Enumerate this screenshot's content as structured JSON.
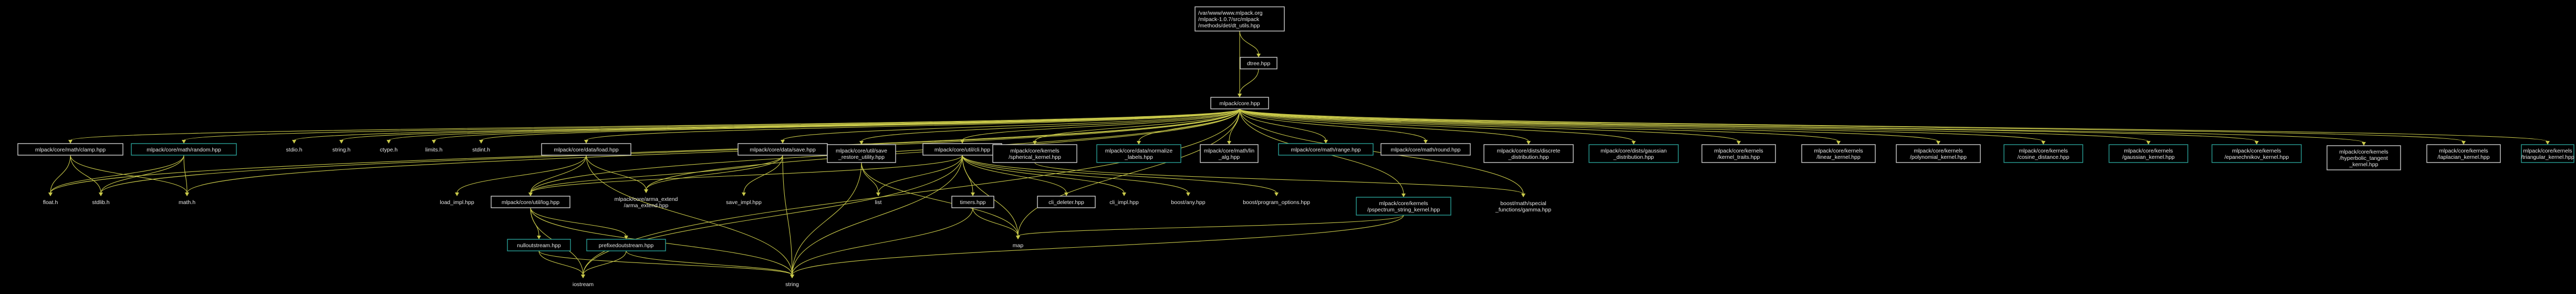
{
  "diagram": {
    "colors": {
      "background": "#000000",
      "edge": "#c9c94a",
      "root_fill": "#bfbfbf",
      "root_text": "#000000",
      "node_border": "#d0d0d0",
      "linked_border": "#2aa198",
      "text": "#e8e8e8"
    },
    "nodes": [
      {
        "id": "root",
        "lines": [
          "/var/www/www.mlpack.org",
          "/mlpack-1.0.7/src/mlpack",
          "/methods/det/dt_utils.hpp"
        ],
        "style": "root"
      },
      {
        "id": "dtree",
        "lines": [
          "dtree.hpp"
        ],
        "style": "plain"
      },
      {
        "id": "core",
        "lines": [
          "mlpack/core.hpp"
        ],
        "style": "plain"
      },
      {
        "id": "clamp",
        "lines": [
          "mlpack/core/math/clamp.hpp"
        ],
        "style": "plain"
      },
      {
        "id": "random",
        "lines": [
          "mlpack/core/math/random.hpp"
        ],
        "style": "linked"
      },
      {
        "id": "stdioh",
        "lines": [
          "stdio.h"
        ],
        "style": "none"
      },
      {
        "id": "stringh",
        "lines": [
          "string.h"
        ],
        "style": "none"
      },
      {
        "id": "ctypeh",
        "lines": [
          "ctype.h"
        ],
        "style": "none"
      },
      {
        "id": "limitsh",
        "lines": [
          "limits.h"
        ],
        "style": "none"
      },
      {
        "id": "stdinth",
        "lines": [
          "stdint.h"
        ],
        "style": "none"
      },
      {
        "id": "load",
        "lines": [
          "mlpack/core/data/load.hpp"
        ],
        "style": "plain"
      },
      {
        "id": "save",
        "lines": [
          "mlpack/core/data/save.hpp"
        ],
        "style": "plain"
      },
      {
        "id": "saverestore",
        "lines": [
          "mlpack/core/util/save",
          "_restore_utility.hpp"
        ],
        "style": "plain"
      },
      {
        "id": "cli",
        "lines": [
          "mlpack/core/util/cli.hpp"
        ],
        "style": "plain"
      },
      {
        "id": "spherical",
        "lines": [
          "mlpack/core/kernels",
          "/spherical_kernel.hpp"
        ],
        "style": "plain"
      },
      {
        "id": "normalize",
        "lines": [
          "mlpack/core/data/normalize",
          "_labels.hpp"
        ],
        "style": "linked"
      },
      {
        "id": "lin_alg",
        "lines": [
          "mlpack/core/math/lin",
          "_alg.hpp"
        ],
        "style": "plain"
      },
      {
        "id": "range",
        "lines": [
          "mlpack/core/math/range.hpp"
        ],
        "style": "linked"
      },
      {
        "id": "round",
        "lines": [
          "mlpack/core/math/round.hpp"
        ],
        "style": "plain"
      },
      {
        "id": "discrete",
        "lines": [
          "mlpack/core/dists/discrete",
          "_distribution.hpp"
        ],
        "style": "plain"
      },
      {
        "id": "gaussiandist",
        "lines": [
          "mlpack/core/dists/gaussian",
          "_distribution.hpp"
        ],
        "style": "linked"
      },
      {
        "id": "kernel_traits",
        "lines": [
          "mlpack/core/kernels",
          "/kernel_traits.hpp"
        ],
        "style": "plain"
      },
      {
        "id": "linear",
        "lines": [
          "mlpack/core/kernels",
          "/linear_kernel.hpp"
        ],
        "style": "plain"
      },
      {
        "id": "polynomial",
        "lines": [
          "mlpack/core/kernels",
          "/polynomial_kernel.hpp"
        ],
        "style": "plain"
      },
      {
        "id": "cosine",
        "lines": [
          "mlpack/core/kernels",
          "/cosine_distance.hpp"
        ],
        "style": "linked"
      },
      {
        "id": "gaussiankernel",
        "lines": [
          "mlpack/core/kernels",
          "/gaussian_kernel.hpp"
        ],
        "style": "linked"
      },
      {
        "id": "epanechnikov",
        "lines": [
          "mlpack/core/kernels",
          "/epanechnikov_kernel.hpp"
        ],
        "style": "linked"
      },
      {
        "id": "hyperbolic",
        "lines": [
          "mlpack/core/kernels",
          "/hyperbolic_tangent",
          "_kernel.hpp"
        ],
        "style": "plain"
      },
      {
        "id": "laplacian",
        "lines": [
          "mlpack/core/kernels",
          "/laplacian_kernel.hpp"
        ],
        "style": "plain"
      },
      {
        "id": "triangular",
        "lines": [
          "mlpack/core/kernels",
          "/triangular_kernel.hpp"
        ],
        "style": "linked"
      },
      {
        "id": "floath",
        "lines": [
          "float.h"
        ],
        "style": "none"
      },
      {
        "id": "stdlibh",
        "lines": [
          "stdlib.h"
        ],
        "style": "none"
      },
      {
        "id": "mathh",
        "lines": [
          "math.h"
        ],
        "style": "none"
      },
      {
        "id": "load_impl",
        "lines": [
          "load_impl.hpp"
        ],
        "style": "none"
      },
      {
        "id": "log",
        "lines": [
          "mlpack/core/util/log.hpp"
        ],
        "style": "plain"
      },
      {
        "id": "arma_extend",
        "lines": [
          "mlpack/core/arma_extend",
          "/arma_extend.hpp"
        ],
        "style": "none"
      },
      {
        "id": "save_impl",
        "lines": [
          "save_impl.hpp"
        ],
        "style": "none"
      },
      {
        "id": "list",
        "lines": [
          "list"
        ],
        "style": "none"
      },
      {
        "id": "timers",
        "lines": [
          "timers.hpp"
        ],
        "style": "plain"
      },
      {
        "id": "x_datatar",
        "lines": [
          "cli_deleter.hpp"
        ],
        "style": "plain"
      },
      {
        "id": "cli_impl",
        "lines": [
          "cli_impl.hpp"
        ],
        "style": "none"
      },
      {
        "id": "boost_any",
        "lines": [
          "boost/any.hpp"
        ],
        "style": "none"
      },
      {
        "id": "boost_po",
        "lines": [
          "boost/program_options.hpp"
        ],
        "style": "none"
      },
      {
        "id": "pspectrum",
        "lines": [
          "mlpack/core/kernels",
          "/pspectrum_string_kernel.hpp"
        ],
        "style": "linked"
      },
      {
        "id": "gamma",
        "lines": [
          "boost/math/special",
          "_functions/gamma.hpp"
        ],
        "style": "none"
      },
      {
        "id": "nulloutstream",
        "lines": [
          "nulloutstream.hpp"
        ],
        "style": "linked"
      },
      {
        "id": "prefixed",
        "lines": [
          "prefixedoutstream.hpp"
        ],
        "style": "linked"
      },
      {
        "id": "map",
        "lines": [
          "map"
        ],
        "style": "none"
      },
      {
        "id": "iostream",
        "lines": [
          "iostream"
        ],
        "style": "none"
      },
      {
        "id": "string",
        "lines": [
          "string"
        ],
        "style": "none"
      }
    ]
  }
}
